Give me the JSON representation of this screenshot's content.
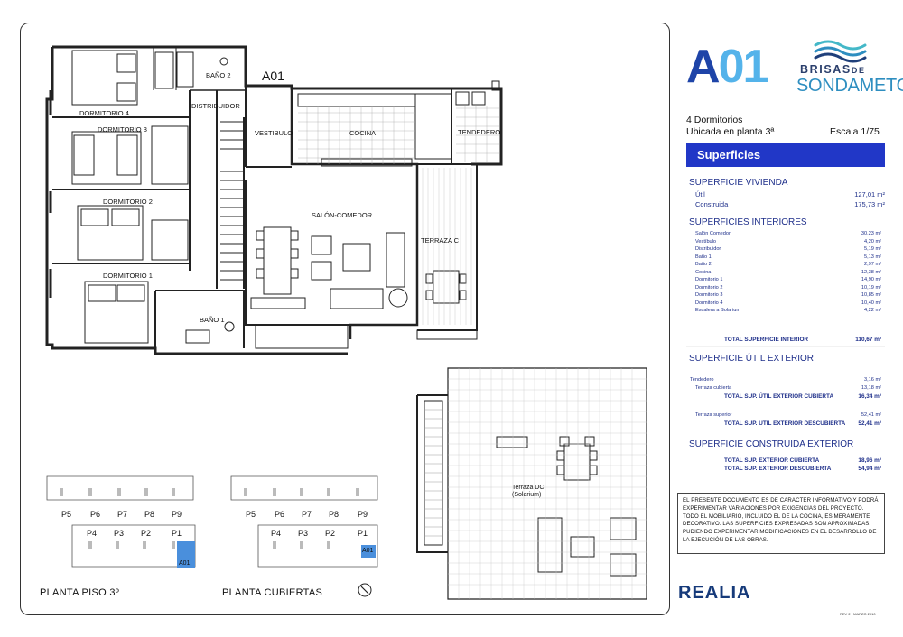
{
  "unit": {
    "code_a": "A",
    "code_b": "01",
    "plan_label": "A01",
    "bedrooms": "4 Dormitorios",
    "location": "Ubicada en planta 3ª",
    "scale": "Escala 1/75"
  },
  "brand": {
    "top": "BRISAS",
    "top_small": "DE",
    "bottom": "SONDAMETO",
    "developer": "REALIA",
    "revision": "REV 2 · MARZO 2010"
  },
  "rooms": {
    "dorm4": "DORMITORIO 4",
    "dorm3": "DORMITORIO 3",
    "dorm2": "DORMITORIO 2",
    "dorm1": "DORMITORIO 1",
    "bano2": "BAÑO 2",
    "bano1": "BAÑO 1",
    "distribuidor": "DISTRIBUIDOR",
    "vestibulo": "VESTIBULO",
    "cocina": "COCINA",
    "tendedero": "TENDEDERO",
    "salon": "SALÓN-COMEDOR",
    "terraza_c": "TERRAZA C",
    "terraza_dc_1": "Terraza DC",
    "terraza_dc_2": "(Solarium)"
  },
  "keyplans": {
    "floor_title": "PLANTA PISO 3º",
    "roof_title": "PLANTA CUBIERTAS",
    "top_labels": [
      "P5",
      "P6",
      "P7",
      "P8",
      "P9"
    ],
    "bottom_labels": [
      "P4",
      "P3",
      "P2",
      "P1"
    ],
    "unit_label": "A01",
    "highlight_color": "#4a8fdc"
  },
  "superficies": {
    "header": "Superficies",
    "vivienda": {
      "title": "SUPERFICIE VIVIENDA",
      "rows": [
        {
          "label": "Útil",
          "value": "127,01 m²"
        },
        {
          "label": "Construida",
          "value": "175,73 m²"
        }
      ]
    },
    "interiores": {
      "title": "SUPERFICIES INTERIORES",
      "rows": [
        {
          "label": "Salón Comedor",
          "value": "30,23 m²"
        },
        {
          "label": "Vestíbulo",
          "value": "4,20 m²"
        },
        {
          "label": "Distribuidor",
          "value": "5,19 m²"
        },
        {
          "label": "Baño 1",
          "value": "5,13 m²"
        },
        {
          "label": "Baño 2",
          "value": "2,97 m²"
        },
        {
          "label": "Cocina",
          "value": "12,38 m²"
        },
        {
          "label": "Dormitorio 1",
          "value": "14,90 m²"
        },
        {
          "label": "Dormitorio 2",
          "value": "10,19 m²"
        },
        {
          "label": "Dormitorio 3",
          "value": "10,85 m²"
        },
        {
          "label": "Dormitorio 4",
          "value": "10,40 m²"
        },
        {
          "label": "Escalera a Solarium",
          "value": "4,22 m²"
        }
      ],
      "total_label": "TOTAL SUPERFICIE INTERIOR",
      "total_value": "110,67 m²"
    },
    "util_exterior": {
      "title": "SUPERFICIE ÚTIL EXTERIOR",
      "rows_cub": [
        {
          "label": "Tendedero",
          "value": "3,16 m²"
        },
        {
          "label": "Terraza cubierta",
          "value": "13,18 m²"
        }
      ],
      "total_cub_label": "TOTAL SUP. ÚTIL EXTERIOR CUBIERTA",
      "total_cub_value": "16,34 m²",
      "rows_desc": [
        {
          "label": "Terraza superior",
          "value": "52,41 m²"
        }
      ],
      "total_desc_label": "TOTAL SUP. ÚTIL EXTERIOR DESCUBIERTA",
      "total_desc_value": "52,41 m²"
    },
    "construida_exterior": {
      "title": "SUPERFICIE CONSTRUIDA EXTERIOR",
      "rows": [
        {
          "label": "TOTAL SUP.  EXTERIOR CUBIERTA",
          "value": "18,96 m²"
        },
        {
          "label": "TOTAL SUP.  EXTERIOR DESCUBIERTA",
          "value": "54,94 m²"
        }
      ]
    }
  },
  "disclaimer": "EL PRESENTE DOCUMENTO ES DE CARACTER INFORMATIVO Y PODRÁ EXPERIMENTAR VARIACIONES POR EXIGENCIAS DEL PROYECTO. TODO EL MOBILIARIO, INCLUIDO EL DE LA COCINA, ES MERAMENTE DECORATIVO. LAS SUPERFICIES EXPRESADAS SON APROXIMADAS, PUDIENDO EXPERIMENTAR MODIFICACIONES EN EL DESARROLLO DE LA EJECUCIÓN DE LAS OBRAS.",
  "colors": {
    "accent_blue": "#2137c7",
    "brand_light": "#54b3ea",
    "brand_dark": "#1e44a8"
  }
}
